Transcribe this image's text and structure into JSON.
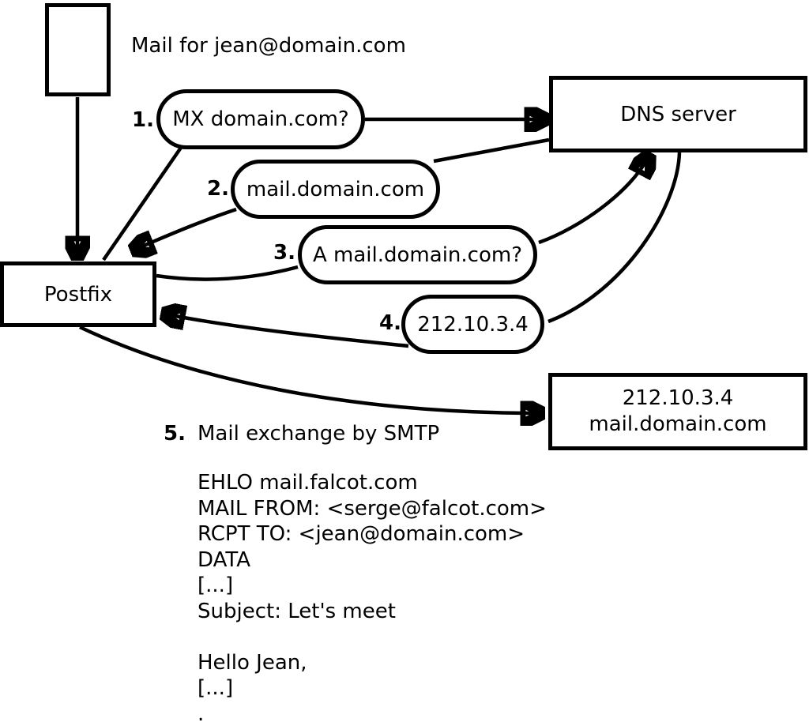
{
  "diagram": {
    "colors": {
      "background": "#ffffff",
      "line": "#000000",
      "text": "#000000"
    },
    "mail_label": "Mail for jean@domain.com",
    "nodes": {
      "postfix": {
        "label": "Postfix"
      },
      "dns": {
        "label": "DNS server"
      },
      "mailserver": {
        "line1": "212.10.3.4",
        "line2": "mail.domain.com"
      }
    },
    "steps": [
      {
        "num": "1.",
        "label": "MX domain.com?"
      },
      {
        "num": "2.",
        "label": "mail.domain.com"
      },
      {
        "num": "3.",
        "label": "A mail.domain.com?"
      },
      {
        "num": "4.",
        "label": "212.10.3.4"
      },
      {
        "num": "5.",
        "label": "Mail exchange by SMTP"
      }
    ],
    "smtp_session": "EHLO mail.falcot.com\nMAIL FROM: <serge@falcot.com>\nRCPT TO: <jean@domain.com>\nDATA\n[...]\nSubject: Let's meet\n\nHello Jean,\n[...]\n."
  }
}
